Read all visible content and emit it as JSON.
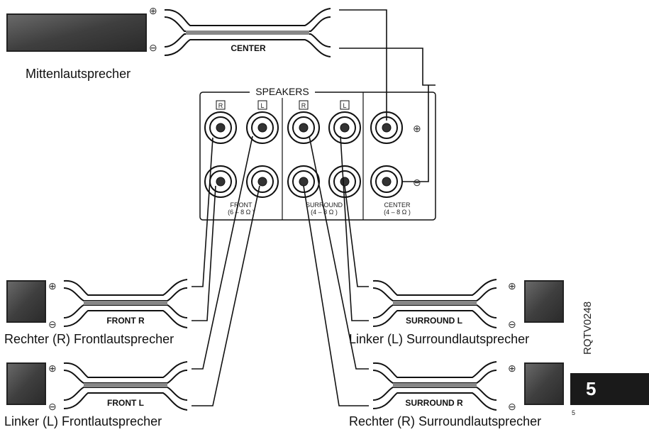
{
  "speakers_title": "SPEAKERS",
  "terminal_tags": {
    "r": "R",
    "l": "L"
  },
  "groups": {
    "front": "FRONT",
    "front_imp": "(6 – 8 Ω )",
    "surround": "SURROUND",
    "surround_imp": "(4 – 8 Ω )",
    "center": "CENTER",
    "center_imp": "(4 – 8 Ω )"
  },
  "polarity": {
    "plus": "⊕",
    "minus": "⊖"
  },
  "speakers": [
    {
      "id": "center",
      "caption": "Mittenlautsprecher",
      "cable": "CENTER"
    },
    {
      "id": "front-r",
      "caption": "Rechter (R) Frontlautsprecher",
      "cable": "FRONT R"
    },
    {
      "id": "front-l",
      "caption": "Linker (L) Frontlautsprecher",
      "cable": "FRONT L"
    },
    {
      "id": "surround-l",
      "caption": "Linker (L) Surroundlautsprecher",
      "cable": "SURROUND L"
    },
    {
      "id": "surround-r",
      "caption": "Rechter (R) Surroundlautsprecher",
      "cable": "SURROUND R"
    }
  ],
  "doc_code": "RQTV0248",
  "page_number": "5",
  "page_number_small": "5",
  "colors": {
    "speaker_fill": "#5a5a5a",
    "line": "#111111"
  }
}
